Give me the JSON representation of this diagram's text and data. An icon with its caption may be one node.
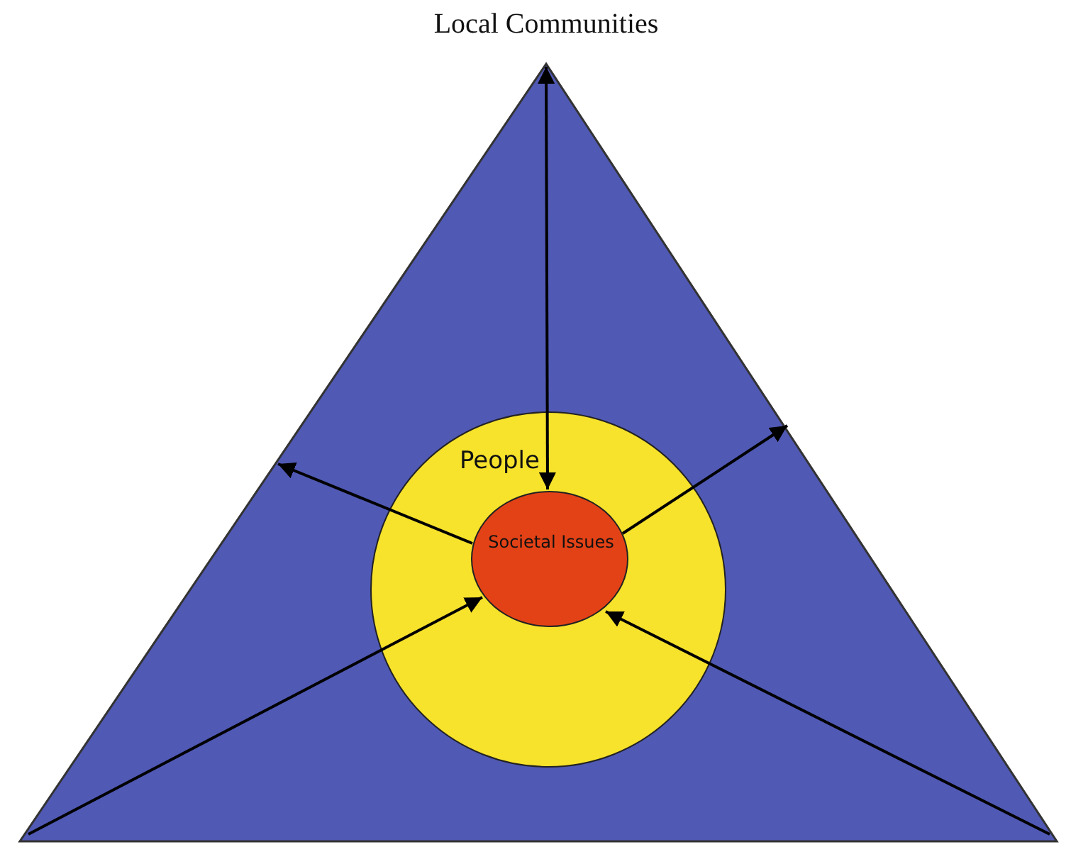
{
  "diagram": {
    "nodes": [
      {
        "text": [
          "Local Communities"
        ]
      },
      {
        "text": [
          "People"
        ],
        "in": 0
      },
      {
        "text": [
          "Societal Issues"
        ],
        "in": 1
      }
    ],
    "edges": [
      {
        "from": 0,
        "to": 2,
        "arrow": "both"
      },
      {
        "from": 2,
        "to": 0,
        "arrow": "to"
      },
      {
        "from": 2,
        "to": 0,
        "arrow": "to"
      },
      {
        "from": 0,
        "to": 2,
        "arrow": "to"
      },
      {
        "from": 0,
        "to": 2,
        "arrow": "to"
      }
    ]
  }
}
